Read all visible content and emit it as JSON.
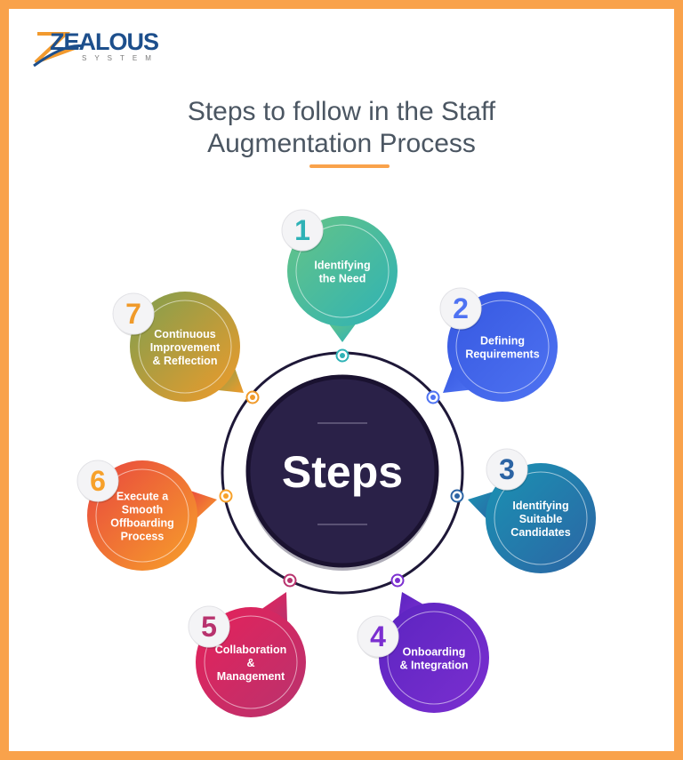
{
  "logo": {
    "name": "ZEALOUS",
    "sub": "SYSTEM"
  },
  "title_line1": "Steps to follow in the Staff",
  "title_line2": "Augmentation Process",
  "center_label": "Steps",
  "colors": {
    "frame": "#f9a24b",
    "center": "#2a2148",
    "ring": "#1e1838"
  },
  "steps": [
    {
      "number": "1",
      "lines": [
        "Identifying",
        "the Need"
      ],
      "color_a": "#66c486",
      "color_b": "#2eb2b6"
    },
    {
      "number": "2",
      "lines": [
        "Defining",
        "Requirements"
      ],
      "color_a": "#3557e0",
      "color_b": "#4f73f2"
    },
    {
      "number": "3",
      "lines": [
        "Identifying",
        "Suitable",
        "Candidates"
      ],
      "color_a": "#1a93b3",
      "color_b": "#2c64a4"
    },
    {
      "number": "4",
      "lines": [
        "Onboarding",
        "& Integration"
      ],
      "color_a": "#5b24c0",
      "color_b": "#7b2fd0"
    },
    {
      "number": "5",
      "lines": [
        "Collaboration",
        "&",
        "Management"
      ],
      "color_a": "#e6215a",
      "color_b": "#b8336e"
    },
    {
      "number": "6",
      "lines": [
        "Execute a",
        "Smooth",
        "Offboarding",
        "Process"
      ],
      "color_a": "#e8453f",
      "color_b": "#f7a12a"
    },
    {
      "number": "7",
      "lines": [
        "Continuous",
        "Improvement",
        "& Reflection"
      ],
      "color_a": "#7d9f50",
      "color_b": "#f09a2a"
    }
  ]
}
